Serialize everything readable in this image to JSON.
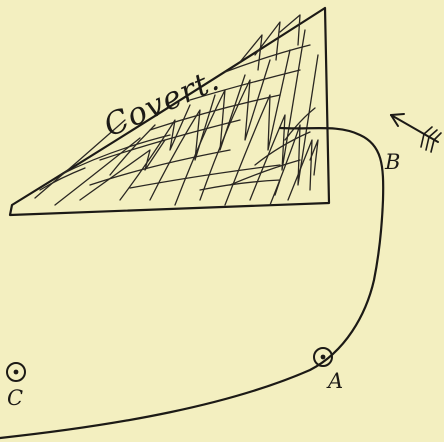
{
  "background_color": "#f3efc0",
  "ink_color": "#1c1a16",
  "labels": {
    "covert": "Covert.",
    "a": "A",
    "b": "B",
    "c": "C"
  },
  "icons": {
    "wind_arrow": "arrow-with-fletching-icon",
    "point_marker": "circled-dot-icon"
  }
}
